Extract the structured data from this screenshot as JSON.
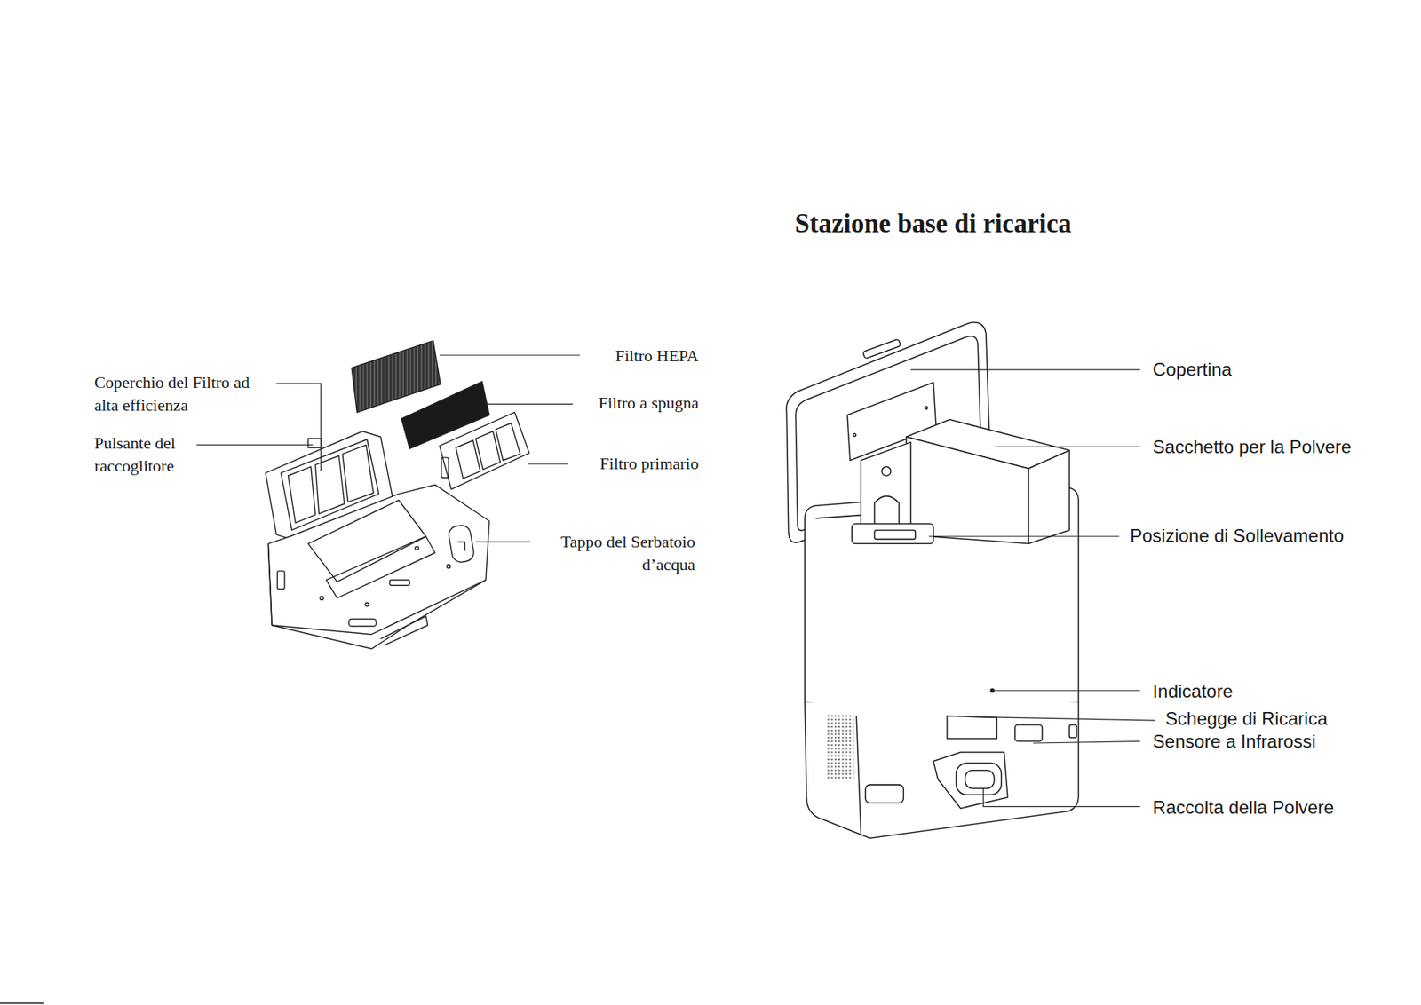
{
  "diagram": {
    "title": "Stazione base di ricarica",
    "labels": [
      "Filtro HEPA",
      "Coperchio del Filtro ad alta efficienza",
      "Filtro a spugna",
      "Pulsante del raccoglitore",
      "Filtro primario",
      "Tappo del Serbatoio d’acqua",
      "Copertina",
      "Sacchetto per la Polvere",
      "Posizione di Sollevamento",
      "Indicatore",
      "Schegge di Ricarica",
      "Sensore a Infrarossi",
      "Raccolta della Polvere"
    ]
  }
}
